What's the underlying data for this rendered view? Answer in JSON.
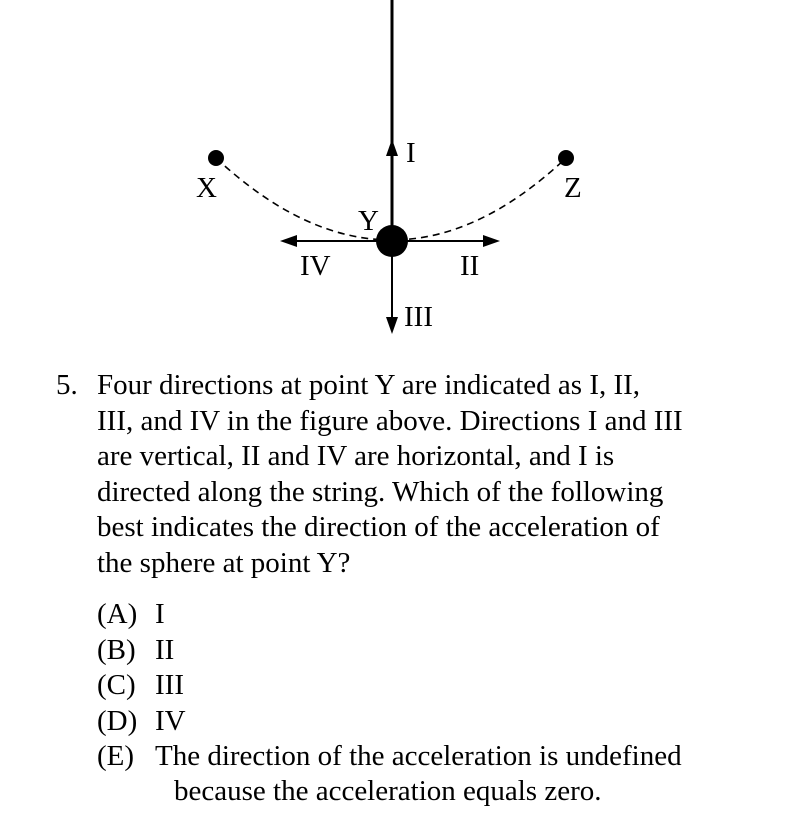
{
  "figure": {
    "labels": {
      "x": "X",
      "y": "Y",
      "z": "Z",
      "dir_1": "I",
      "dir_2": "II",
      "dir_3": "III",
      "dir_4": "IV"
    }
  },
  "question": {
    "number": "5.",
    "lines": [
      "Four directions at point Y are indicated as I, II,",
      "III, and IV in the figure above. Directions I and III",
      "are vertical, II and IV are horizontal, and I is",
      "directed along the string. Which of the following",
      "best indicates the direction of the acceleration of",
      "the sphere at point  Y?"
    ]
  },
  "choices": [
    {
      "letter": "(A)",
      "text": "I"
    },
    {
      "letter": "(B)",
      "text": "II"
    },
    {
      "letter": "(C)",
      "text": "III"
    },
    {
      "letter": "(D)",
      "text": "IV"
    },
    {
      "letter": "(E)",
      "text": "The direction of the acceleration is undefined",
      "continuation": "because the acceleration equals zero."
    }
  ]
}
